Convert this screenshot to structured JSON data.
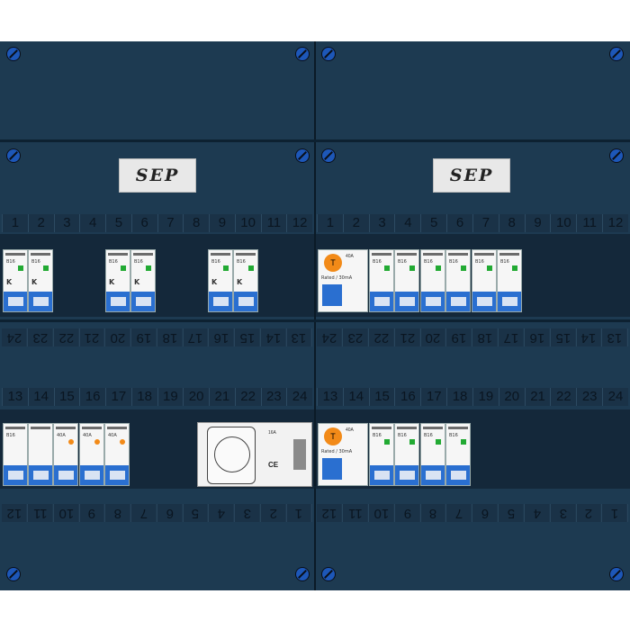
{
  "brand": {
    "logo_text": "SEP",
    "colors": {
      "panel": "#1d3a51",
      "screw": "#1d57b8",
      "module_blue": "#2a6fd0",
      "rcd_test_button": "#f28a18",
      "led_green": "#22aa33"
    }
  },
  "icons": [
    "screw-icon",
    "logo-icon",
    "test-button-icon",
    "ce-mark-icon"
  ],
  "top_numbers_left": [
    "1",
    "2",
    "3",
    "4",
    "5",
    "6",
    "7",
    "8",
    "9",
    "10",
    "11",
    "12"
  ],
  "top_numbers_right": [
    "1",
    "2",
    "3",
    "4",
    "5",
    "6",
    "7",
    "8",
    "9",
    "10",
    "11",
    "12"
  ],
  "row2_flipped_left": [
    "13",
    "14",
    "15",
    "16",
    "17",
    "18",
    "19",
    "20",
    "21",
    "22",
    "23",
    "24"
  ],
  "row2_flipped_right": [
    "13",
    "14",
    "15",
    "16",
    "17",
    "18",
    "19",
    "20",
    "21",
    "22",
    "23",
    "24"
  ],
  "row3_numbers_left": [
    "13",
    "14",
    "15",
    "16",
    "17",
    "18",
    "19",
    "20",
    "21",
    "22",
    "23",
    "24"
  ],
  "row3_numbers_right": [
    "13",
    "14",
    "15",
    "16",
    "17",
    "18",
    "19",
    "20",
    "21",
    "22",
    "23",
    "24"
  ],
  "bottom_flipped_left": [
    "1",
    "2",
    "3",
    "4",
    "5",
    "6",
    "7",
    "8",
    "9",
    "10",
    "11",
    "12"
  ],
  "bottom_flipped_right": [
    "1",
    "2",
    "3",
    "4",
    "5",
    "6",
    "7",
    "8",
    "9",
    "10",
    "11",
    "12"
  ],
  "mcb": {
    "rating": "B16",
    "label": "K"
  },
  "rcd": {
    "test_label": "T",
    "rating": "40A",
    "spec": "Rated / 30mA"
  },
  "socket": {
    "ce_label": "CE",
    "rating": "16A"
  }
}
